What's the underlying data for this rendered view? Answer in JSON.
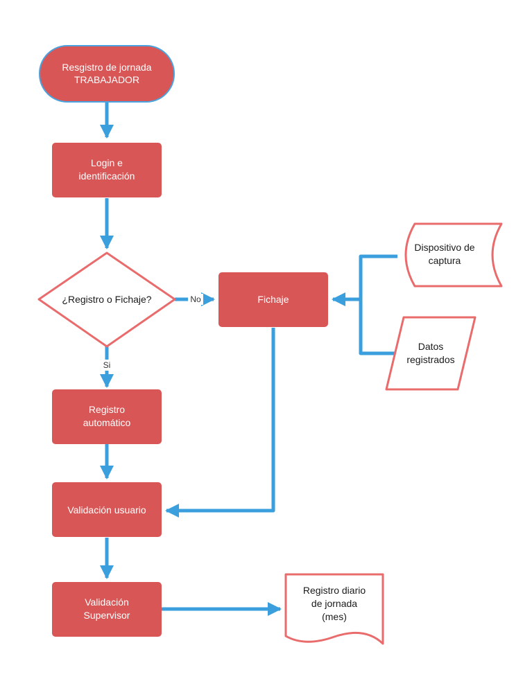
{
  "colors": {
    "node_fill": "#d95656",
    "node_stroke_light": "#e96b6b",
    "start_stroke": "#4aa3df",
    "connector": "#3a9fdc",
    "text_on_fill": "#ffffff",
    "text_on_white": "#1a1a1a"
  },
  "nodes": {
    "start": {
      "line1": "Resgistro de jornada",
      "line2": "TRABAJADOR"
    },
    "login": {
      "line1": "Login e",
      "line2": "identificación"
    },
    "decision": {
      "label": "¿Registro o Fichaje?"
    },
    "fichaje": {
      "label": "Fichaje"
    },
    "dispositivo": {
      "line1": "Dispositivo de",
      "line2": "captura"
    },
    "datos": {
      "line1": "Datos",
      "line2": "registrados"
    },
    "registro_auto": {
      "line1": "Registro",
      "line2": "automático"
    },
    "validacion_usuario": {
      "label": "Validación usuario"
    },
    "validacion_supervisor": {
      "line1": "Validación",
      "line2": "Supervisor"
    },
    "registro_diario": {
      "line1": "Registro diario",
      "line2": "de jornada",
      "line3": "(mes)"
    }
  },
  "edges": {
    "no_label": "No",
    "si_label": "Si"
  }
}
